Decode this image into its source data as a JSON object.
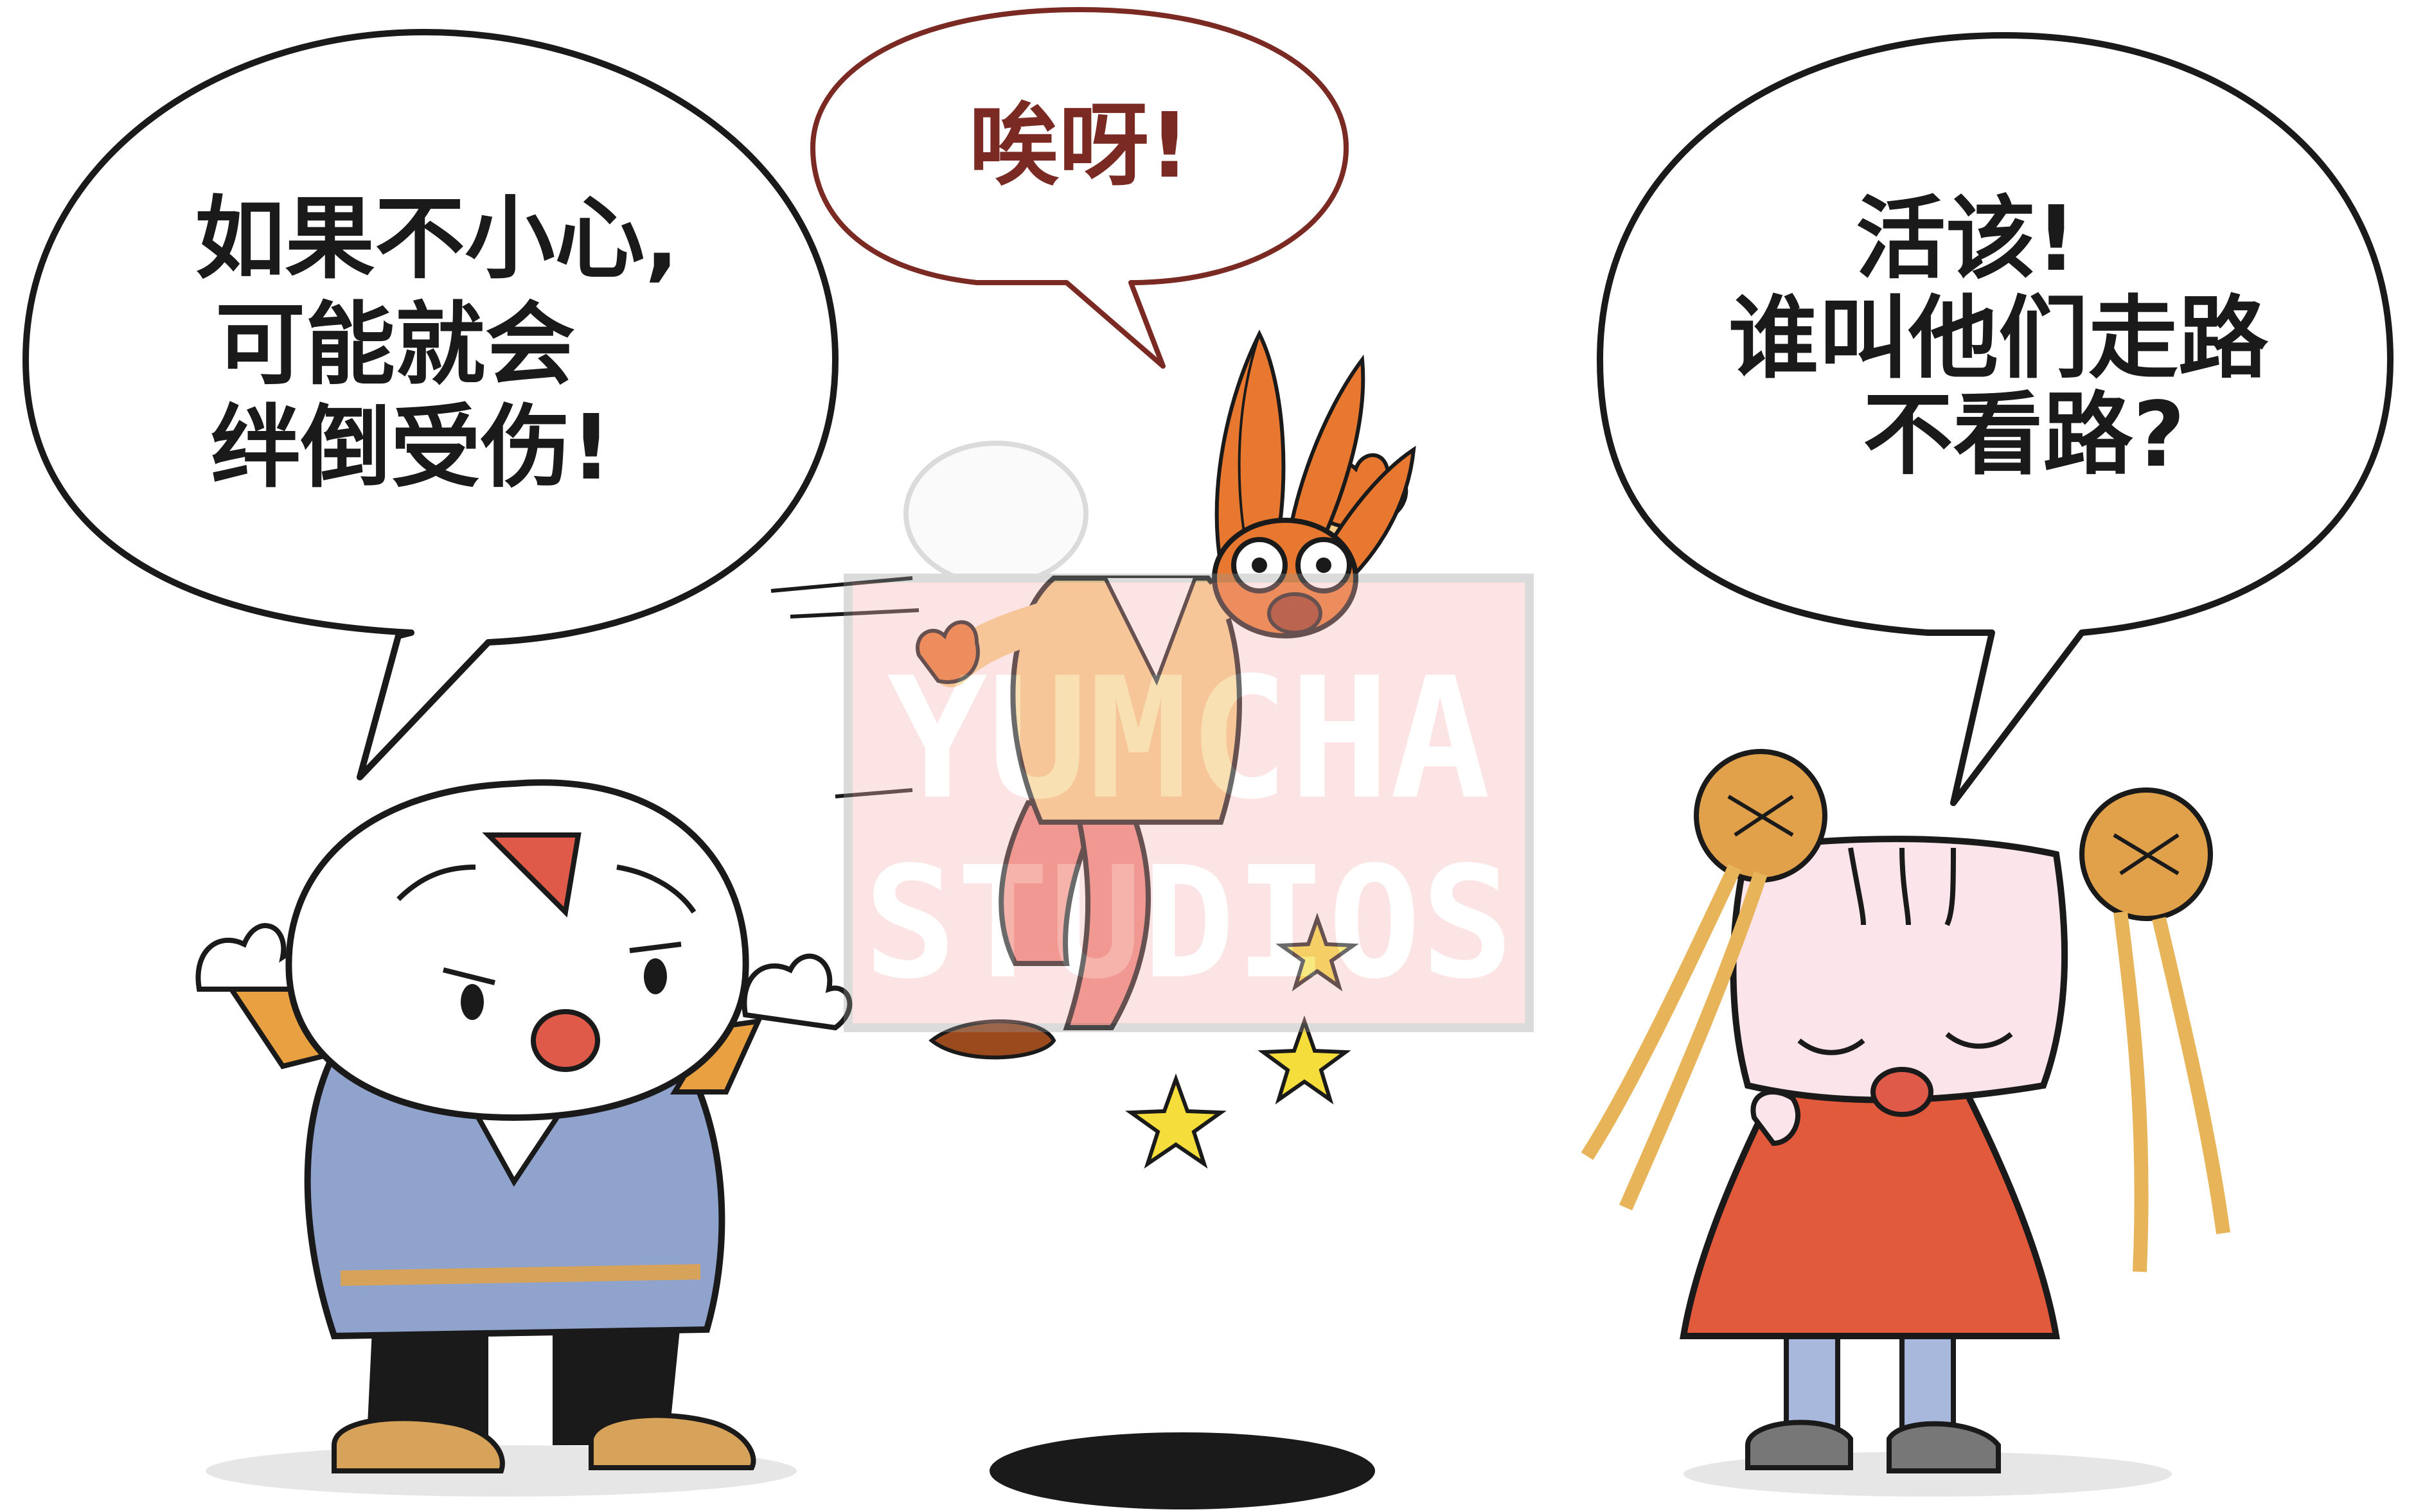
{
  "bubbles": {
    "left": {
      "lines": [
        "如果不小心,",
        "可能就会",
        "绊倒受伤!"
      ]
    },
    "center": {
      "text": "唉呀!"
    },
    "right": {
      "lines": [
        "活该!",
        "谁叫他们走路",
        "不看路?"
      ]
    }
  },
  "watermark": {
    "line1": "YUMCHA",
    "line2": "STUDIOS"
  },
  "colors": {
    "outline": "#1a1a1a",
    "bubble_center_border": "#7a2a22",
    "bubble_center_text": "#7a2a22",
    "vest_blue": "#8fa3cc",
    "carrot_orange": "#e8782f",
    "dress_red": "#e25a3c",
    "pompom_gold": "#e1a04a",
    "star_yellow": "#f5dd3c",
    "watermark_red": "#e05a5a"
  }
}
